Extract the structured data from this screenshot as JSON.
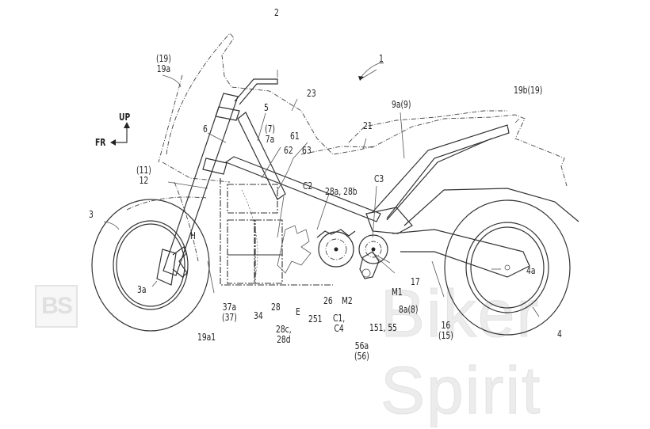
{
  "figure": {
    "reference_numeral": "1",
    "direction_up": "UP",
    "direction_front": "FR",
    "labels": {
      "l19_19a": [
        "(19)",
        "19a"
      ],
      "l2": "2",
      "l23": "23",
      "l1": "1",
      "l19b": "19b(19)",
      "l9a": "9a(9)",
      "l21": "21",
      "l5": "5",
      "l6": "6",
      "l7_7a": [
        "(7)",
        "7a"
      ],
      "l61": "61",
      "l62": "62",
      "l63": "63",
      "l11_12": [
        "(11)",
        "12"
      ],
      "lC2": "C2",
      "lC3": "C3",
      "l28ab": "28a, 28b",
      "l3": "3",
      "lH": "H",
      "l3a": "3a",
      "l37a": [
        "37a",
        "(37)"
      ],
      "l19a1": "19a1",
      "l34": "34",
      "l28": "28",
      "l28cd": [
        "28c,",
        "28d"
      ],
      "lE": "E",
      "l251": "251",
      "l26": "26",
      "lM2": "M2",
      "lC1C4": [
        "C1,",
        "C4"
      ],
      "l56a": [
        "56a",
        "(56)"
      ],
      "l151": "151, 55",
      "lM1": "M1",
      "l8a": "8a(8)",
      "l17": "17",
      "l16": [
        "16",
        "(15)"
      ],
      "l4a": "4a",
      "l4": "4"
    }
  },
  "watermark": {
    "logo": "BS",
    "text": "Biker Spirit"
  }
}
